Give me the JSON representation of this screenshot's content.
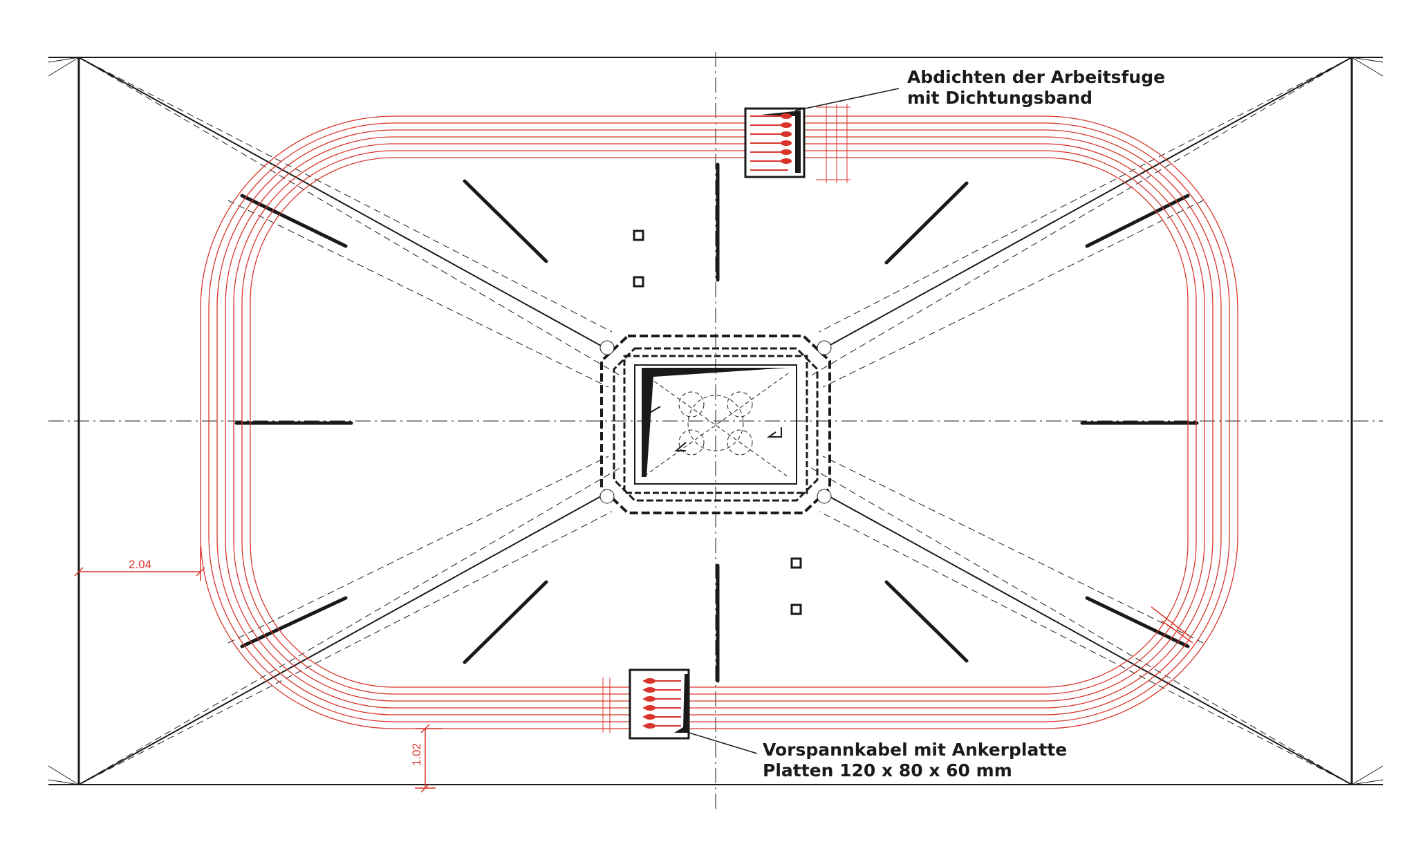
{
  "annotations": {
    "top_label_line1": "Abdichten der Arbeitsfuge",
    "top_label_line2": "mit Dichtungsband",
    "bottom_label_line1": "Vorspannkabel mit Ankerplatte",
    "bottom_label_line2": "Platten 120 x 80 x 60 mm"
  },
  "dimensions": {
    "left_offset": "2.04",
    "bottom_offset": "1.02"
  },
  "colors": {
    "line": "#1a1a1a",
    "tendon": "#d9342b",
    "background": "#ffffff"
  }
}
